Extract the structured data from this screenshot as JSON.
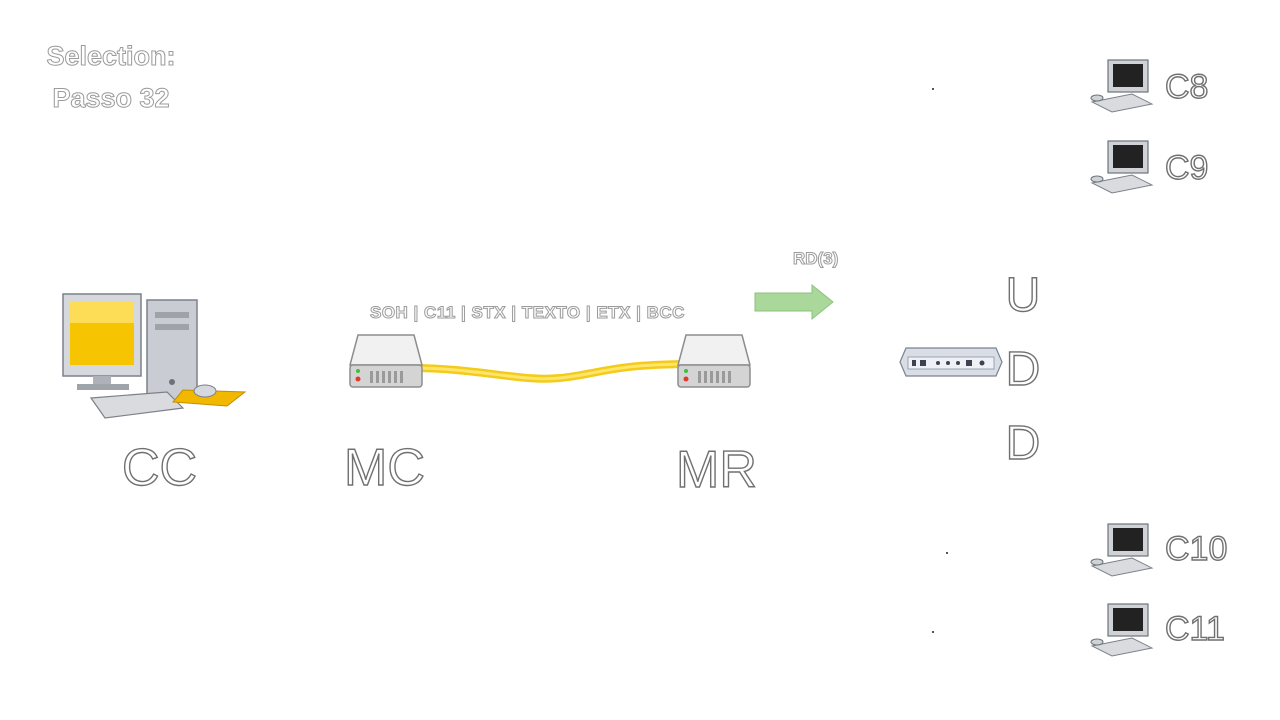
{
  "title": {
    "line1": "Selection:",
    "line2": "Passo 32"
  },
  "nodes": {
    "cc": "CC",
    "mc": "MC",
    "mr": "MR"
  },
  "link": {
    "frame": "SOH | C11 | STX | TEXTO | ETX | BCC",
    "arrow_label": "RD(3)"
  },
  "udd": [
    "U",
    "D",
    "D"
  ],
  "clients": [
    "C8",
    "C9",
    "C10",
    "C11"
  ],
  "colors": {
    "arrow": "#a9d89a",
    "link": "#f2c500",
    "monitor_screen": "#f6c400"
  }
}
